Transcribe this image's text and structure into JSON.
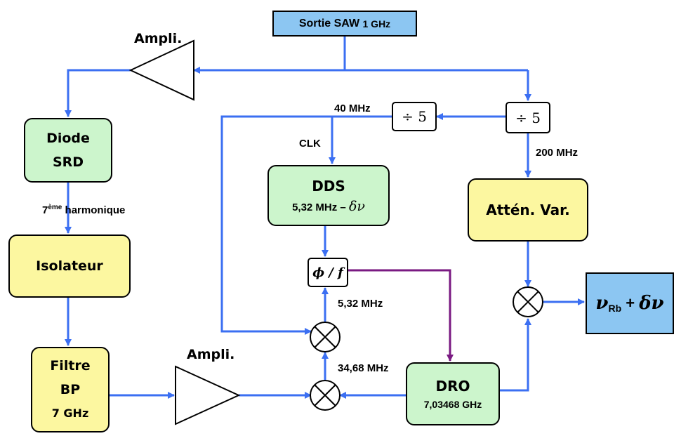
{
  "blocks": {
    "saw_output": {
      "label": "Sortie SAW",
      "freq": "1 GHz"
    },
    "ampli_top": "Ampli.",
    "ampli_bottom": "Ampli.",
    "diode": [
      "Diode",
      "SRD"
    ],
    "isolator": "Isolateur",
    "filter": [
      "Filtre",
      "BP",
      "7 GHz"
    ],
    "divider1": "÷ 5",
    "divider2": "÷ 5",
    "dds": {
      "title": "DDS",
      "freq": "5,32 MHz –",
      "delta": "δν"
    },
    "phase_freq": "ϕ / f",
    "attenuator": "Attén. Var.",
    "dro": {
      "title": "DRO",
      "freq": "7,03468 GHz"
    },
    "output": {
      "nu": "ν",
      "sub": "Rb",
      "plus": " + ",
      "delta": "δν"
    }
  },
  "labels": {
    "f40": "40 MHz",
    "clk": "CLK",
    "f200": "200 MHz",
    "harm_num": "7",
    "harm_sup": "ème",
    "harm_text": "harmonique",
    "f532": "5,32 MHz",
    "f3468": "34,68 MHz"
  },
  "colors": {
    "arrow_blue": "#3b6ff2",
    "arrow_purple": "#7a1a82",
    "green_fill": "#ccf5cc",
    "yellow_fill": "#fcf7a0",
    "blue_fill": "#8cc6f2"
  }
}
